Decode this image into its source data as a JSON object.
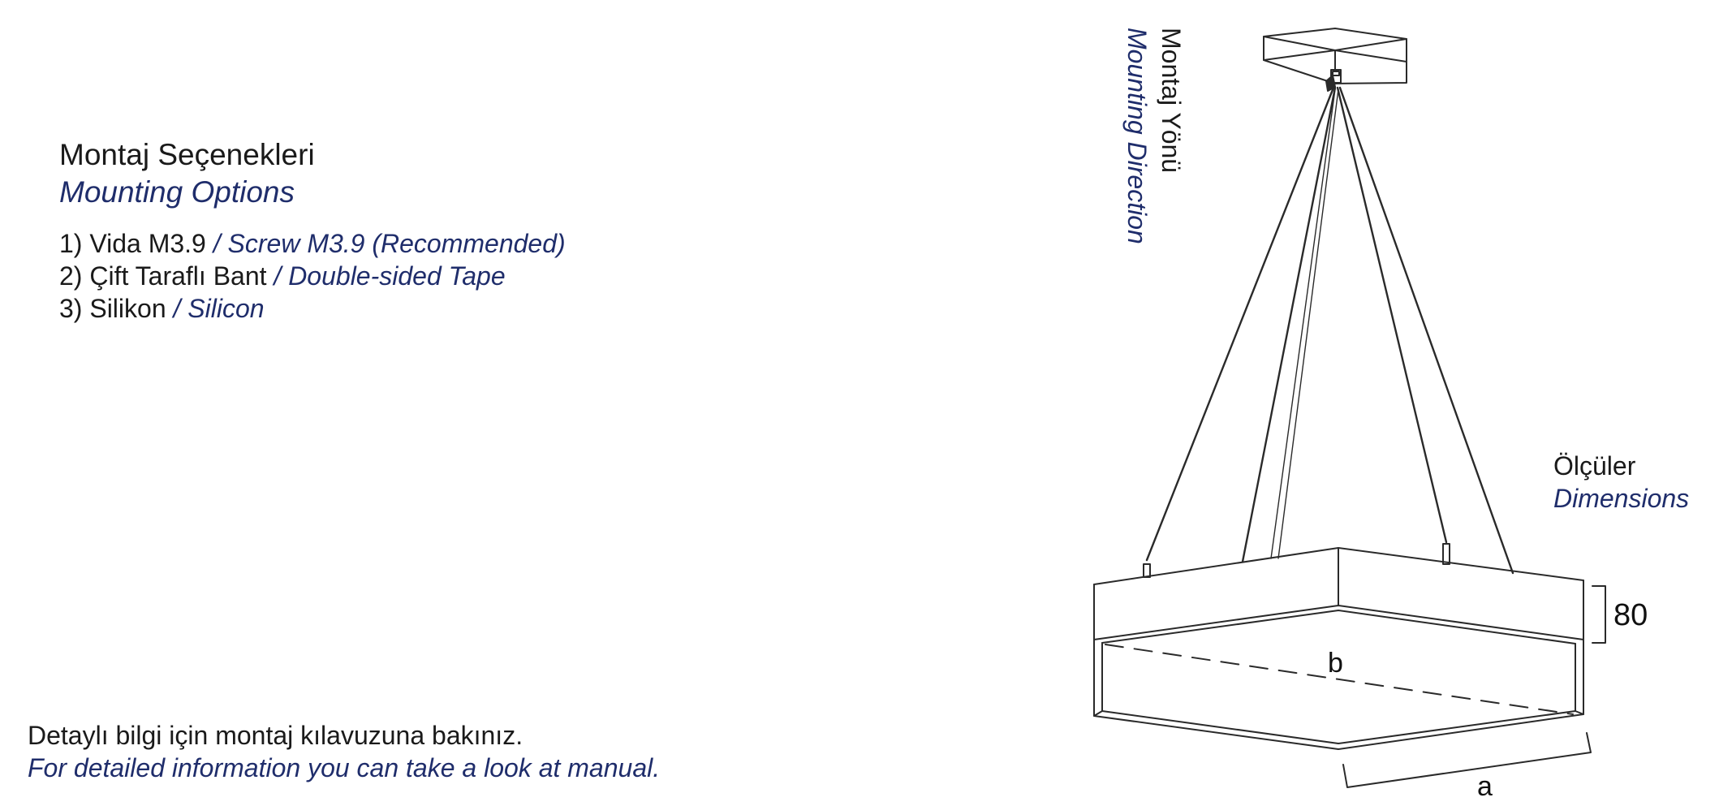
{
  "mounting": {
    "title_tr": "Montaj Seçenekleri",
    "title_en": "Mounting Options",
    "options": [
      {
        "tr": "1) Vida M3.9",
        "en": "/ Screw M3.9 (Recommended)"
      },
      {
        "tr": "2) Çift Taraflı Bant",
        "en": "/ Double-sided Tape"
      },
      {
        "tr": "3) Silikon",
        "en": "/ Silicon"
      }
    ]
  },
  "direction": {
    "label_tr": "Montaj Yönü",
    "label_en": "Mounting Direction"
  },
  "dimensions": {
    "label_tr": "Ölçüler",
    "label_en": "Dimensions",
    "height_value": "80",
    "diagonal_label": "b",
    "side_label": "a"
  },
  "footer": {
    "note_tr": "Detaylı bilgi için montaj kılavuzuna bakınız.",
    "note_en": "For detailed information you can take a look at manual."
  },
  "colors": {
    "english_text": "#1f2d6b",
    "turkish_text": "#1a1a1a",
    "line": "#2a2a2a"
  }
}
